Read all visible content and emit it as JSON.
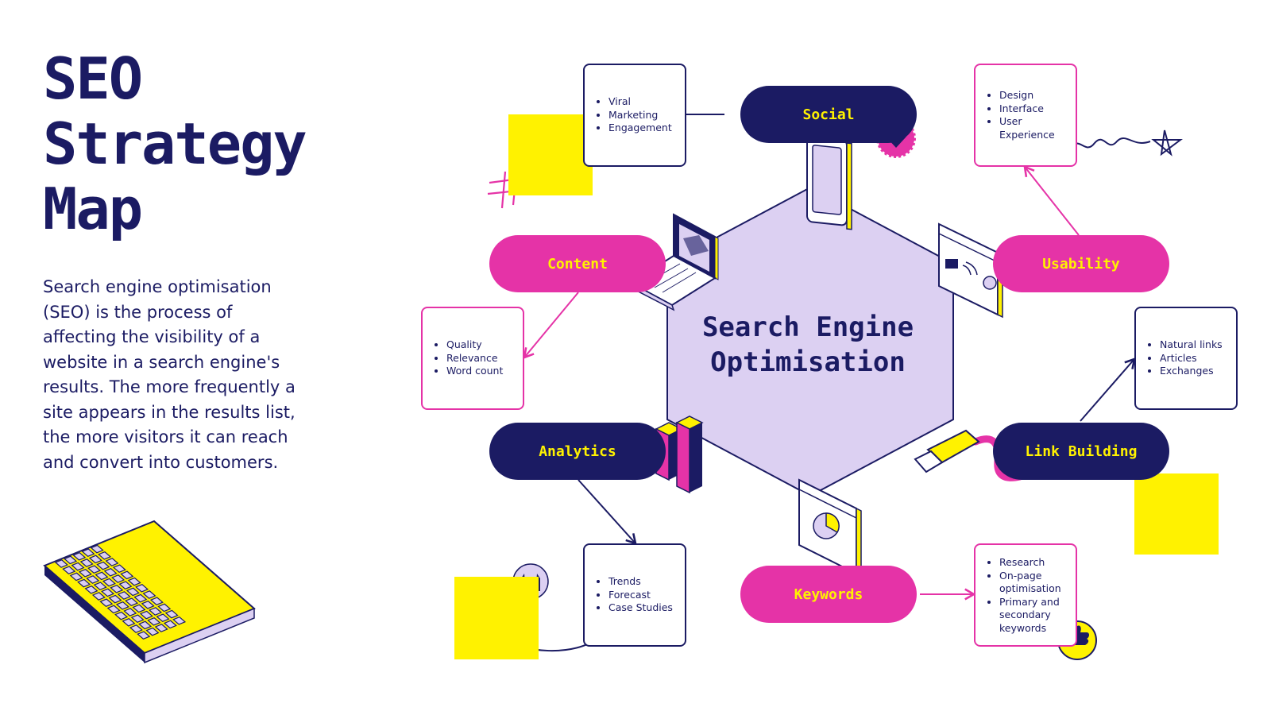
{
  "title": {
    "line1": "SEO",
    "line2": "Strategy",
    "line3": "Map"
  },
  "description": "Search engine optimisation (SEO) is the process of affecting the visibility of a website in a search engine's results. The more frequently a site appears in the results list, the more visitors it can reach and convert into customers.",
  "center": {
    "line1": "Search Engine",
    "line2": "Optimisation"
  },
  "nodes": {
    "social": {
      "label": "Social",
      "items": [
        "Viral",
        "Marketing",
        "Engagement"
      ]
    },
    "content": {
      "label": "Content",
      "items": [
        "Quality",
        "Relevance",
        "Word count"
      ]
    },
    "analytics": {
      "label": "Analytics",
      "items": [
        "Trends",
        "Forecast",
        "Case Studies"
      ]
    },
    "keywords": {
      "label": "Keywords",
      "items": [
        "Research",
        "On-page optimisation",
        "Primary and secondary keywords"
      ]
    },
    "link_building": {
      "label": "Link Building",
      "items": [
        "Natural links",
        "Articles",
        "Exchanges"
      ]
    },
    "usability": {
      "label": "Usability",
      "items": [
        "Design",
        "Interface",
        "User Experience"
      ]
    }
  },
  "colors": {
    "navy": "#1b1b63",
    "pink": "#e533a7",
    "yellow": "#fff200",
    "lavender": "#dcd0f2",
    "white": "#ffffff"
  },
  "icons": [
    "heart-badge-icon",
    "smartphone-icon",
    "laptop-icon",
    "browser-globe-icon",
    "bar-chart-icon",
    "usb-cable-icon",
    "pie-chart-window-icon",
    "thumbs-up-badge-icon",
    "raised-hands-badge-icon",
    "keyboard-icon",
    "hashtag-scribble-icon",
    "star-scribble-icon"
  ]
}
